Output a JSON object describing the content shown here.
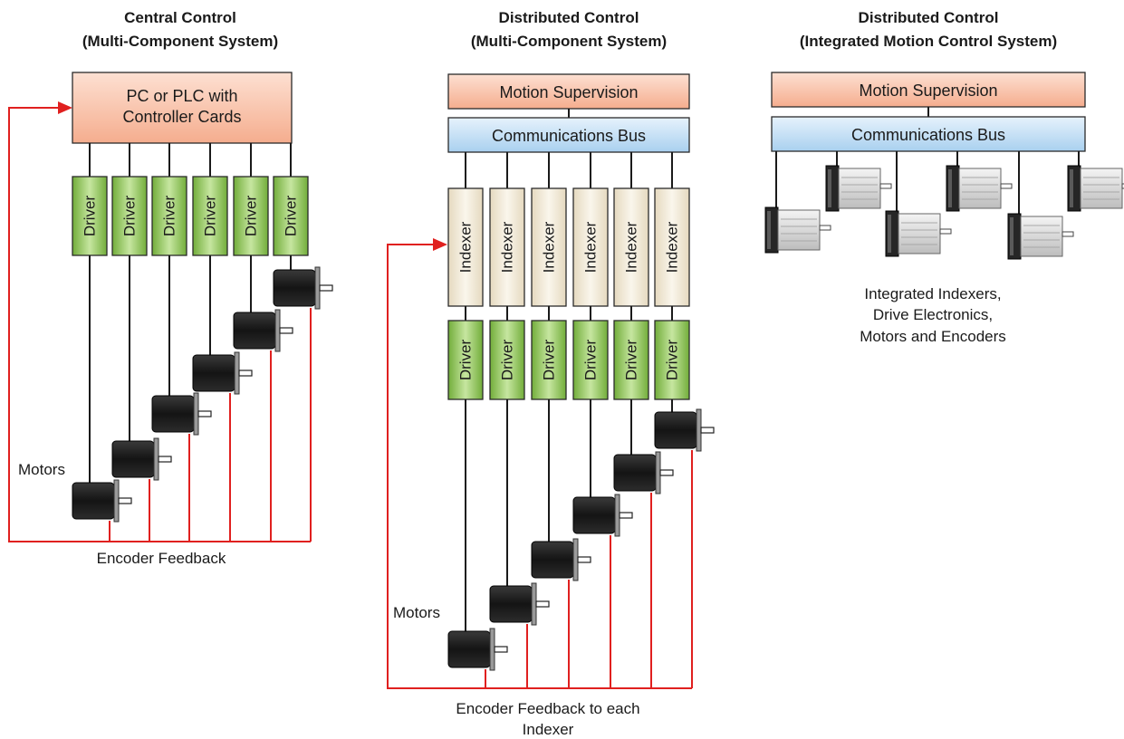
{
  "colors": {
    "feedback_wire": "#e0201f",
    "wire": "#1a1a1a",
    "controller_fill": "#f7b89c",
    "bus_fill": "#bfdcf4",
    "driver_fill": "#8cc152",
    "indexer_fill": "#efe6d2",
    "motor_body": "#1c1c1c"
  },
  "left": {
    "title_line1": "Central Control",
    "title_line2": "(Multi-Component System)",
    "controller_line1": "PC or PLC with",
    "controller_line2": "Controller Cards",
    "drivers": [
      "Driver",
      "Driver",
      "Driver",
      "Driver",
      "Driver",
      "Driver"
    ],
    "motors_label": "Motors",
    "feedback_label": "Encoder Feedback"
  },
  "middle": {
    "title_line1": "Distributed Control",
    "title_line2": "(Multi-Component System)",
    "supervision": "Motion Supervision",
    "bus": "Communications Bus",
    "indexers": [
      "Indexer",
      "Indexer",
      "Indexer",
      "Indexer",
      "Indexer",
      "Indexer"
    ],
    "drivers": [
      "Driver",
      "Driver",
      "Driver",
      "Driver",
      "Driver",
      "Driver"
    ],
    "motors_label": "Motors",
    "feedback_line1": "Encoder Feedback to each",
    "feedback_line2": "Indexer"
  },
  "right": {
    "title_line1": "Distributed Control",
    "title_line2": "(Integrated Motion Control System)",
    "supervision": "Motion Supervision",
    "bus": "Communications Bus",
    "caption_line1": "Integrated Indexers,",
    "caption_line2": "Drive Electronics,",
    "caption_line3": "Motors and Encoders"
  }
}
